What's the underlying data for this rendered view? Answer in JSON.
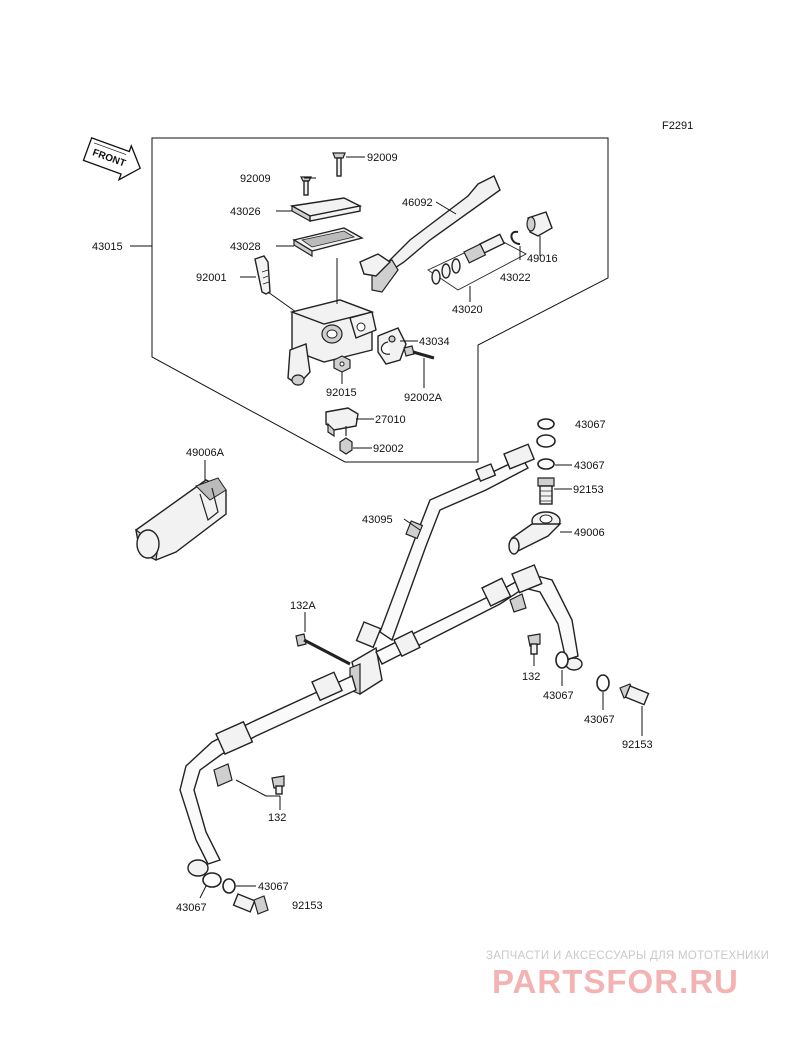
{
  "figure_code": "F2291",
  "front_marker": "FRONT",
  "watermark": {
    "line1": "ЗАПЧАСТИ И АКСЕССУАРЫ ДЛЯ МОТОТЕХНИКИ",
    "line2": "PARTSFOR.RU"
  },
  "callouts": {
    "p92009a": "92009",
    "p92009b": "92009",
    "p46092": "46092",
    "p43026": "43026",
    "p43028": "43028",
    "p43015": "43015",
    "p92001": "92001",
    "p49016": "49016",
    "p43022": "43022",
    "p43020": "43020",
    "p43034": "43034",
    "p92015": "92015",
    "p92002A": "92002A",
    "p27010": "27010",
    "p92002": "92002",
    "p49006A": "49006A",
    "p43067a": "43067",
    "p43067b": "43067",
    "p92153a": "92153",
    "p43095": "43095",
    "p49006": "49006",
    "p132A": "132A",
    "p132a": "132",
    "p43067c": "43067",
    "p43067d": "43067",
    "p92153b": "92153",
    "p132b": "132",
    "p43067e": "43067",
    "p43067f": "43067",
    "p92153c": "92153"
  }
}
